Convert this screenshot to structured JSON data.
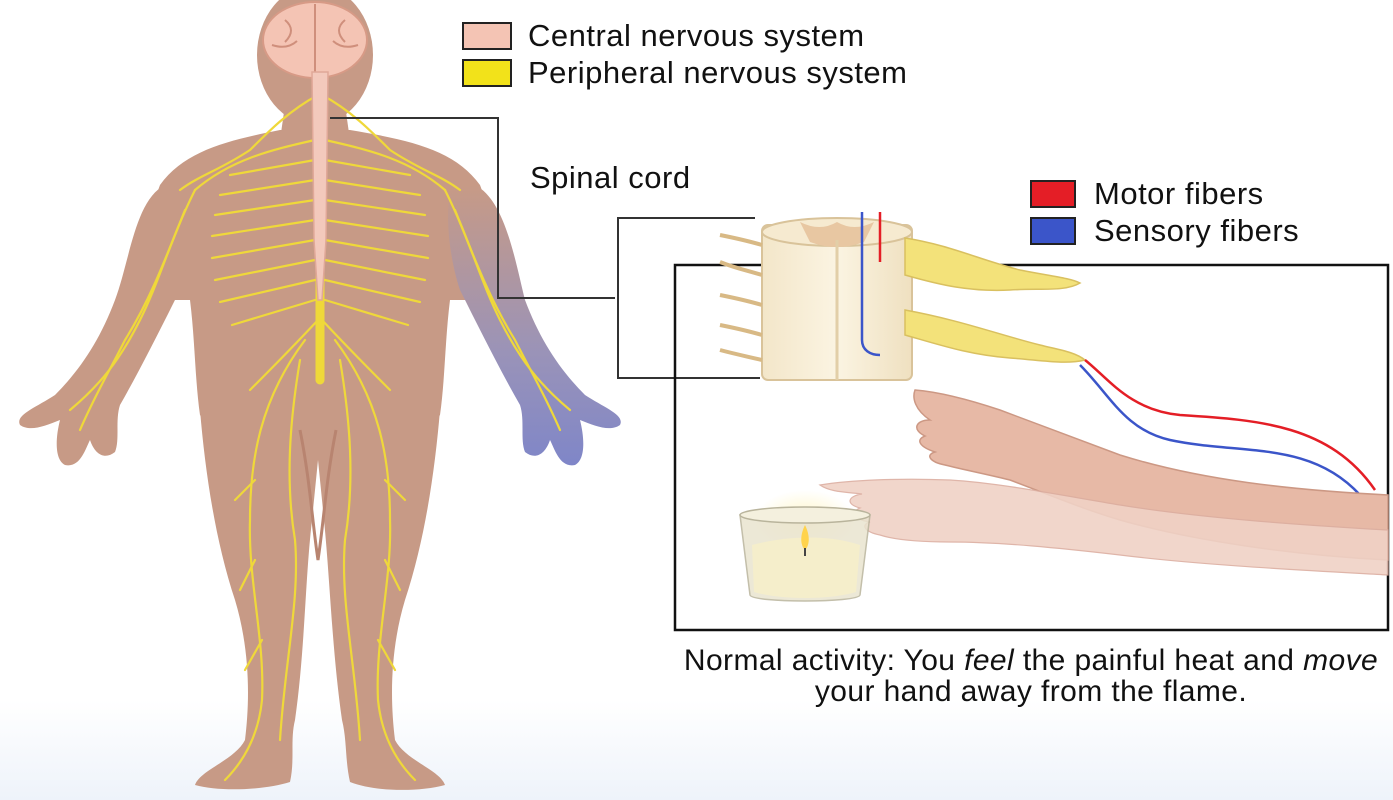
{
  "legend": {
    "cns": {
      "label": "Central nervous system",
      "color": "#f4c4b4"
    },
    "pns": {
      "label": "Peripheral nervous system",
      "color": "#f2e21a"
    },
    "motor": {
      "label": "Motor fibers",
      "color": "#e41e26"
    },
    "sensory": {
      "label": "Sensory fibers",
      "color": "#3b55c9"
    }
  },
  "labels": {
    "spinal_cord": "Spinal cord"
  },
  "caption": {
    "part1": "Normal activity: You ",
    "em1": "feel",
    "part2": " the painful heat and ",
    "em2": "move",
    "part3": " your hand away from the flame."
  },
  "colors": {
    "skin": "#c79a86",
    "skin_shadow": "#b88470",
    "nerve": "#efd83a",
    "cord": "#f3c9bc",
    "panel_border": "#111111"
  }
}
